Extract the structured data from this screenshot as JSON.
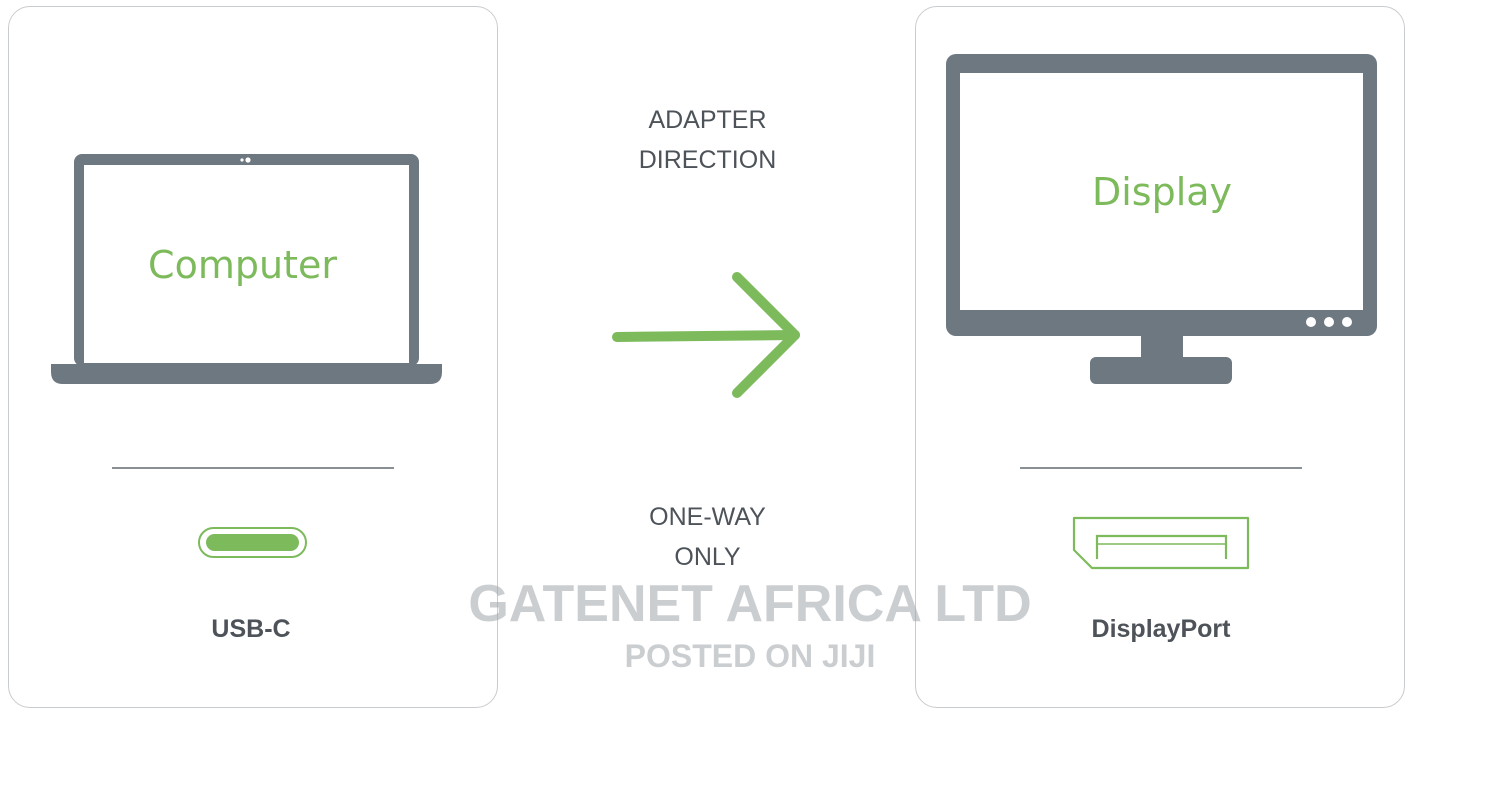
{
  "left_panel": {
    "screen_label": "Computer",
    "port_label": "USB-C"
  },
  "center": {
    "top_line1": "ADAPTER",
    "top_line2": "DIRECTION",
    "bottom_line1": "ONE-WAY",
    "bottom_line2": "ONLY"
  },
  "right_panel": {
    "screen_label": "Display",
    "port_label": "DisplayPort"
  },
  "watermark": {
    "line1": "GATENET AFRICA LTD",
    "line2": "POSTED ON JIJI"
  },
  "colors": {
    "accent_green": "#7dba5c",
    "device_gray": "#6e7880",
    "text_gray": "#4d5359"
  }
}
